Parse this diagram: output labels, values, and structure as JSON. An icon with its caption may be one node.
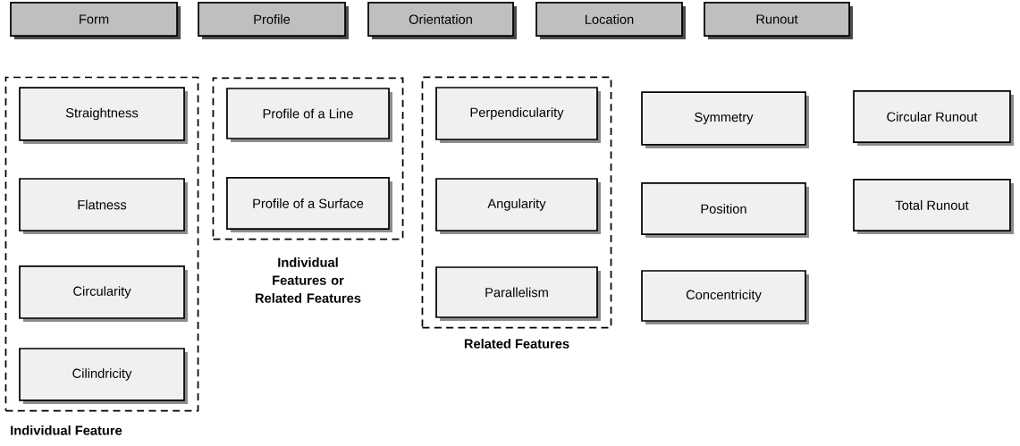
{
  "diagram": {
    "nodes": [
      {
        "text": [
          "Form"
        ]
      },
      {
        "text": [
          "Profile"
        ]
      },
      {
        "text": [
          "Orientation"
        ]
      },
      {
        "text": [
          "Location"
        ]
      },
      {
        "text": [
          "Runout"
        ]
      },
      {
        "text": [
          "Individual Feature"
        ]
      },
      {
        "text": [
          "Straightness"
        ],
        "in": 5
      },
      {
        "text": [
          "Flatness"
        ],
        "in": 5
      },
      {
        "text": [
          "Circularity"
        ],
        "in": 5
      },
      {
        "text": [
          "Cilindricity"
        ],
        "in": 5
      },
      {
        "text": [
          "Individual Features or Related Features"
        ]
      },
      {
        "text": [
          "Profile of a Line"
        ],
        "in": 10
      },
      {
        "text": [
          "Profile of a Surface"
        ],
        "in": 10
      },
      {
        "text": [
          "Related Features"
        ]
      },
      {
        "text": [
          "Perpendicularity"
        ],
        "in": 13
      },
      {
        "text": [
          "Angularity"
        ],
        "in": 13
      },
      {
        "text": [
          "Parallelism"
        ],
        "in": 13
      },
      {
        "text": [
          "Symmetry"
        ]
      },
      {
        "text": [
          "Position"
        ]
      },
      {
        "text": [
          "Concentricity"
        ]
      },
      {
        "text": [
          "Circular Runout"
        ]
      },
      {
        "text": [
          "Total Runout"
        ]
      }
    ]
  }
}
